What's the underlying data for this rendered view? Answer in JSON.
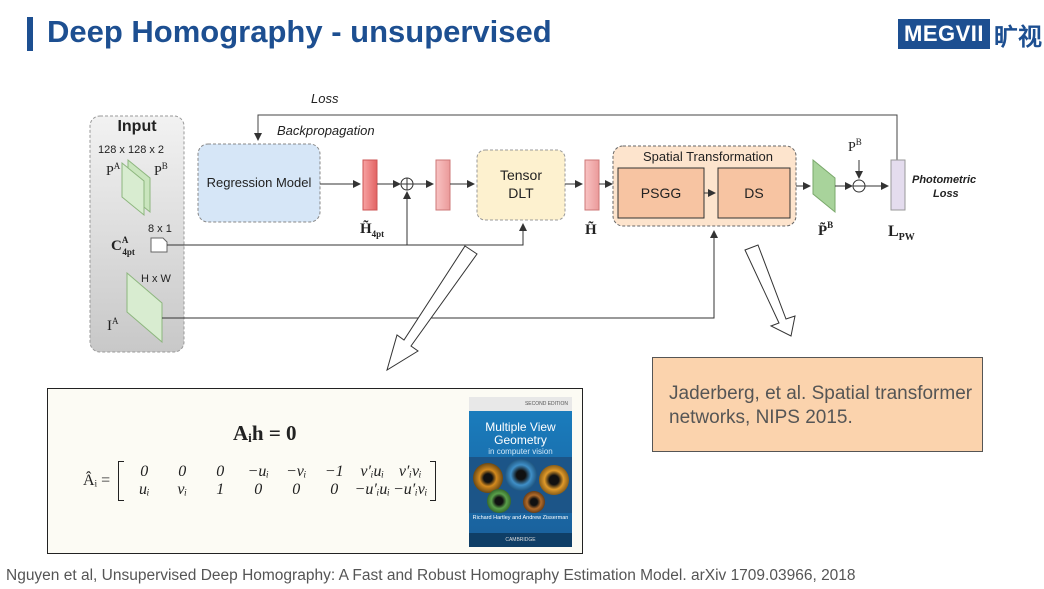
{
  "slide": {
    "title": "Deep Homography - unsupervised",
    "logo_text": "MEGVII",
    "logo_cn": "旷视",
    "citation": "Nguyen et al, Unsupervised Deep Homography: A Fast and Robust Homography Estimation Model.  arXiv 1709.03966, 2018"
  },
  "diagram": {
    "loss": "Loss",
    "backprop": "Backpropagation",
    "input": "Input",
    "input_size": "128 x 128 x 2",
    "pa_base": "P",
    "pa_sup": "A",
    "pb_base": "P",
    "pb_sup": "B",
    "c4_base": "C",
    "c4_sup": "A",
    "c4_sub": "4pt",
    "c4_size": "8 x 1",
    "hw": "H x W",
    "ia_base": "I",
    "ia_sup": "A",
    "regression": "Regression Model",
    "h4_base": "H̃",
    "h4_sub": "4pt",
    "tensor1": "Tensor",
    "tensor2": "DLT",
    "h_tilde": "H̃",
    "spatial": "Spatial Transformation",
    "psgg": "PSGG",
    "ds": "DS",
    "pbt_base": "P̃",
    "pbt_sup": "B",
    "pb2_base": "P",
    "pb2_sup": "B",
    "photo1": "Photometric",
    "photo2": "Loss",
    "lpw_base": "L",
    "lpw_sub": "PW"
  },
  "formula": {
    "line1": "Aᵢh = 0",
    "lhs": "Âᵢ =",
    "row1": [
      "0",
      "0",
      "0",
      "−uᵢ",
      "−vᵢ",
      "−1",
      "v′ᵢuᵢ",
      "v′ᵢvᵢ"
    ],
    "row2": [
      "uᵢ",
      "vᵢ",
      "1",
      "0",
      "0",
      "0",
      "−u′ᵢuᵢ",
      "−u′ᵢvᵢ"
    ]
  },
  "book": {
    "edition": "SECOND EDITION",
    "title": "Multiple View Geometry",
    "subtitle": "in computer vision",
    "authors": "Richard Hartley and Andrew Zisserman",
    "publisher": "CAMBRIDGE"
  },
  "reference": {
    "text": "Jaderberg, et al. Spatial transformer networks, NIPS 2015."
  }
}
